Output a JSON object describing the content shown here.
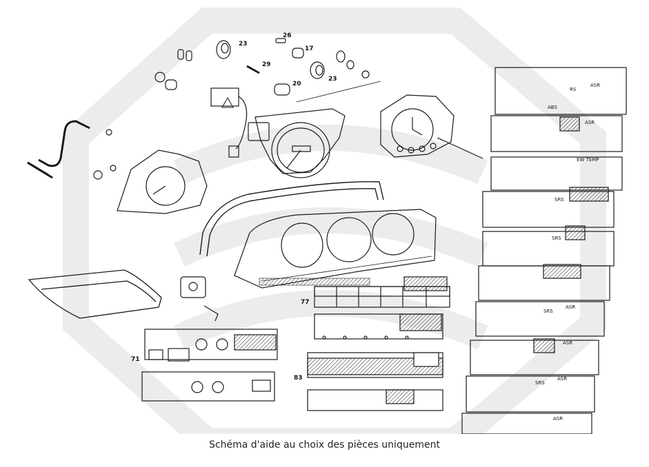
{
  "caption": "Schéma d'aide au choix des pièces uniquement",
  "part_numbers": {
    "p23a": "23",
    "p26": "26",
    "p17": "17",
    "p29": "29",
    "p20": "20",
    "p23b": "23",
    "p77": "77",
    "p71": "71",
    "p83": "83"
  },
  "switch_labels": {
    "rs": "RS",
    "asr": "ASR",
    "abs": "ABS",
    "ew_temp": "EW TEMP",
    "srs": "SRS"
  },
  "colors": {
    "line": "#1a1a1a",
    "watermark": "#ececec"
  }
}
